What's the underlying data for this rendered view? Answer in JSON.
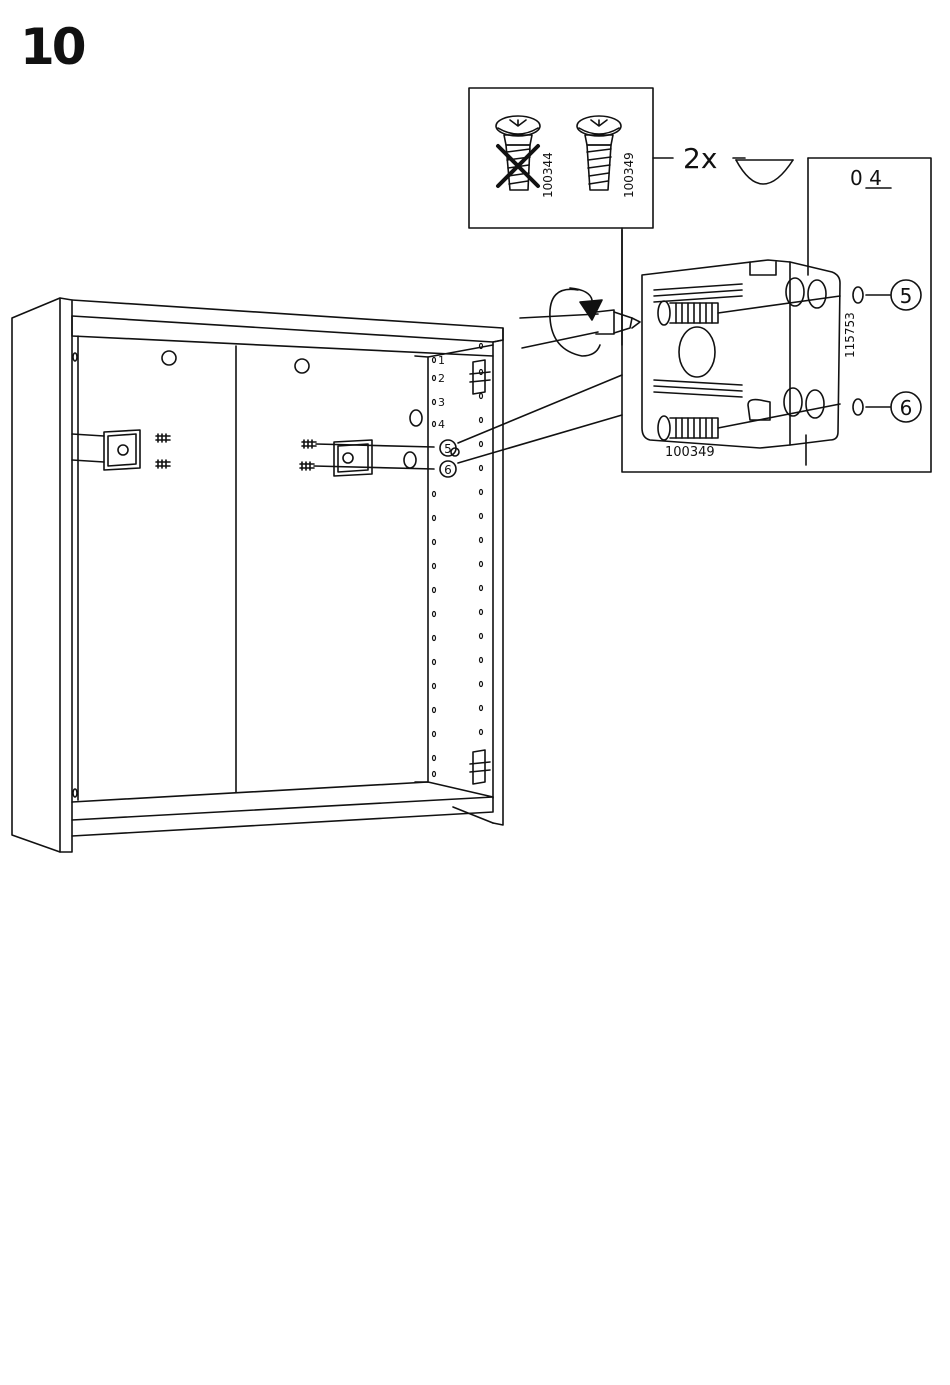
{
  "step": {
    "number": "10"
  },
  "screw_panel": {
    "wrong_screw_code": "100344",
    "right_screw_code": "100349",
    "quantity": "2x"
  },
  "detail": {
    "hole_position": "0 4",
    "bracket_code": "115753",
    "screw_code": "100349",
    "callout_top": "5",
    "callout_bottom": "6"
  },
  "cabinet": {
    "hole_labels": [
      "1",
      "2",
      "3",
      "4"
    ],
    "callout_top": "5",
    "callout_bottom": "6"
  }
}
